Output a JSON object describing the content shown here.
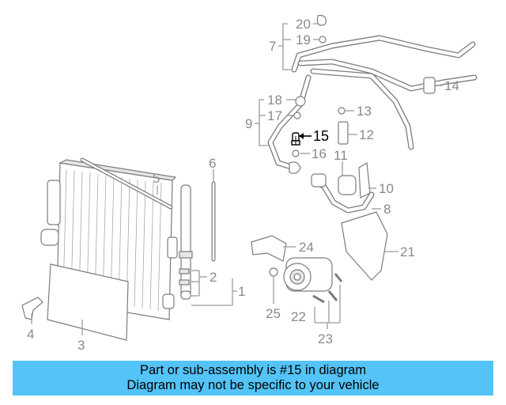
{
  "callouts": {
    "c1": "1",
    "c2": "2",
    "c3": "3",
    "c4": "4",
    "c5": "5",
    "c6": "6",
    "c7": "7",
    "c8": "8",
    "c9": "9",
    "c10": "10",
    "c11": "11",
    "c12": "12",
    "c13": "13",
    "c14": "14",
    "c15": "15",
    "c16": "16",
    "c17": "17",
    "c18": "18",
    "c19": "19",
    "c20": "20",
    "c21": "21",
    "c22": "22",
    "c23": "23",
    "c24": "24",
    "c25": "25"
  },
  "highlighted_part": "15",
  "colors": {
    "banner_bg": "#54c3f7",
    "line": "#9a9a9a",
    "highlight": "#000000"
  },
  "banner": {
    "line1": "Part or sub-assembly is #15 in diagram",
    "line2": "Diagram may not be specific to your vehicle"
  }
}
